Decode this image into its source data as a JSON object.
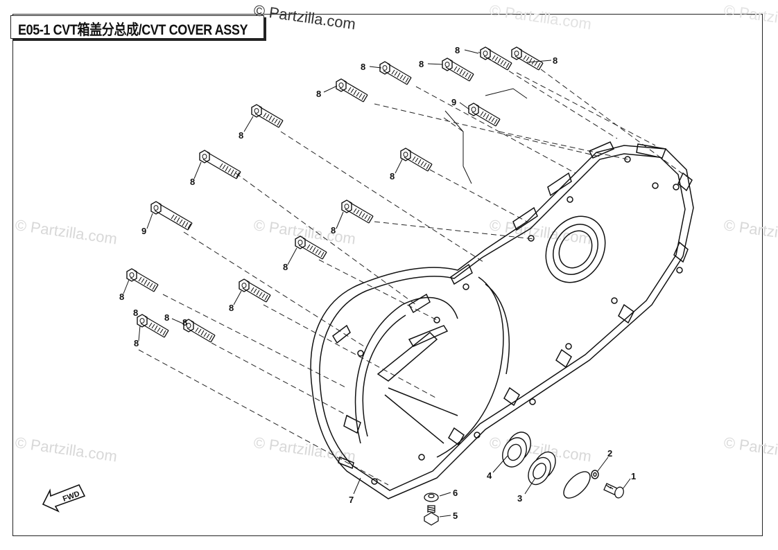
{
  "title": "E05-1 CVT箱盖分总成/CVT COVER ASSY",
  "watermark": {
    "text": "© Partzilla.com"
  },
  "fwd_label": "FWD",
  "callouts": [
    "8",
    "8",
    "8",
    "8",
    "8",
    "9",
    "8",
    "8",
    "8",
    "8",
    "9",
    "8",
    "8",
    "8",
    "8",
    "8",
    "8",
    "8",
    "1",
    "2",
    "3",
    "4",
    "5",
    "6",
    "7"
  ]
}
